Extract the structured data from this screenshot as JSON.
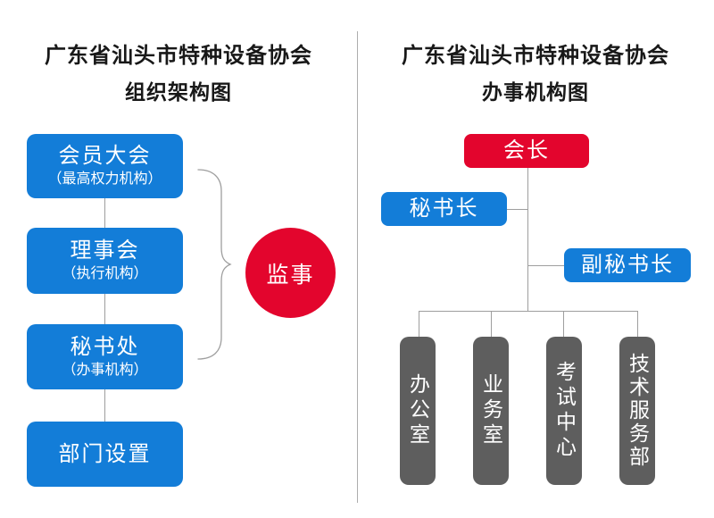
{
  "colors": {
    "blue": "#137dd8",
    "red": "#e3052d",
    "dept_gray": "#5e5e5e",
    "line_gray": "#9e9e9e",
    "divider_gray": "#adadad",
    "title_text": "#181818",
    "node_text": "#ffffff",
    "background": "#ffffff"
  },
  "left_chart": {
    "title_line1": "广东省汕头市特种设备协会",
    "title_line2": "组织架构图",
    "boxes": [
      {
        "label": "会员大会",
        "sublabel": "（最高权力机构）"
      },
      {
        "label": "理事会",
        "sublabel": "（执行机构）"
      },
      {
        "label": "秘书处",
        "sublabel": "（办事机构）"
      },
      {
        "label": "部门设置"
      }
    ],
    "supervisor_label": "监事"
  },
  "right_chart": {
    "title_line1": "广东省汕头市特种设备协会",
    "title_line2": "办事机构图",
    "president_label": "会长",
    "secretary_general_label": "秘书长",
    "deputy_secretary_general_label": "副秘书长",
    "departments": [
      {
        "label": "办公室"
      },
      {
        "label": "业务室"
      },
      {
        "label": "考试中心"
      },
      {
        "label": "技术服务部"
      }
    ]
  }
}
